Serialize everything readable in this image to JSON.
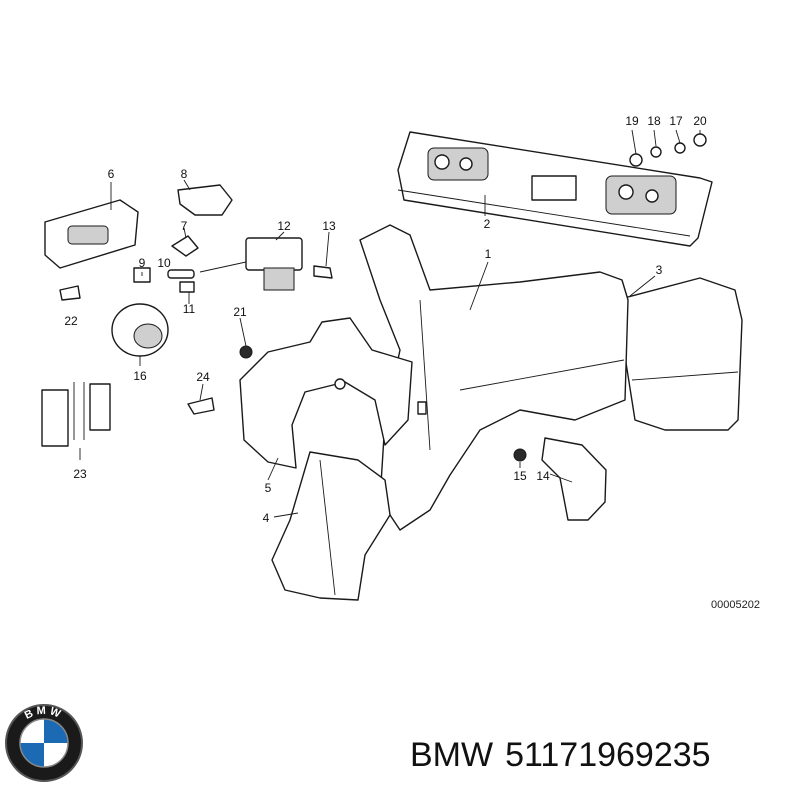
{
  "callouts": [
    "1",
    "2",
    "3",
    "4",
    "5",
    "6",
    "7",
    "8",
    "9",
    "10",
    "11",
    "12",
    "13",
    "14",
    "15",
    "16",
    "17",
    "18",
    "19",
    "20",
    "21",
    "22",
    "23",
    "24"
  ],
  "drawing_ref": "00005202",
  "logo": {
    "text": "BMW",
    "colors": {
      "blue": "#1c69b4",
      "white": "#ffffff",
      "ring": "#1a1a1a"
    }
  },
  "caption": {
    "brand": "BMW",
    "part_number": "51171969235"
  }
}
